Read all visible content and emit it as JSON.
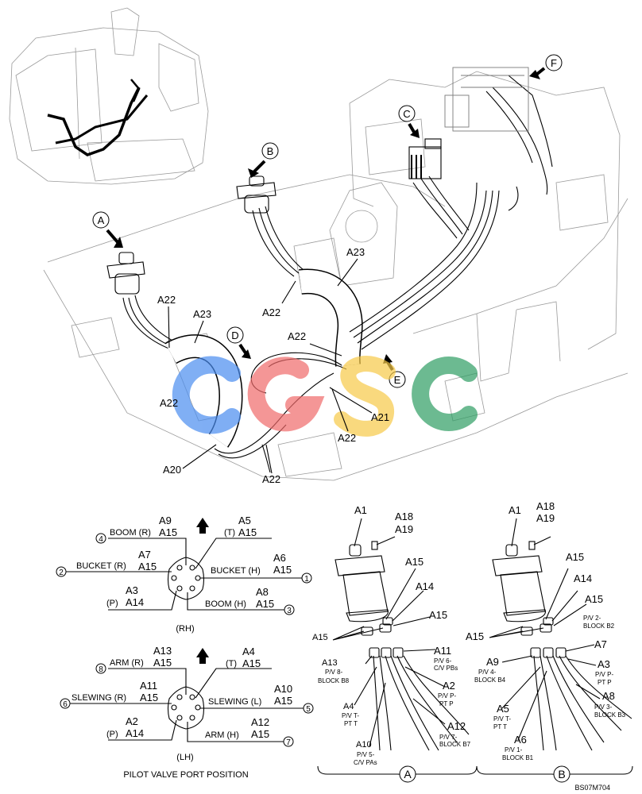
{
  "callouts": {
    "A": "A",
    "B": "B",
    "C": "C",
    "D": "D",
    "E": "E",
    "F": "F"
  },
  "main_labels": {
    "a22_left": "A22",
    "a23_left": "A23",
    "a22_blue": "A22",
    "a20": "A20",
    "a23_mid": "A23",
    "a22_mid": "A22",
    "a22_mid2": "A22",
    "a21": "A21",
    "a22_lower": "A22",
    "a22_bottom": "A22"
  },
  "watermark": {
    "letters": [
      "C",
      "G",
      "S",
      "C"
    ],
    "colors": [
      "#4a8df0",
      "#f06a6a",
      "#f7c948",
      "#2e9e63"
    ]
  },
  "rh": {
    "top": {
      "code": "A9",
      "part": "A15",
      "port": "4",
      "name": "BOOM (R)"
    },
    "upper_right": {
      "code": "A5",
      "part": "A15",
      "name": "(T)"
    },
    "left": {
      "code": "A7",
      "part": "A15",
      "port": "2",
      "name": "BUCKET (R)"
    },
    "right": {
      "code": "A6",
      "part": "A15",
      "port": "1",
      "name": "BUCKET (H)"
    },
    "lower_left": {
      "code": "A3",
      "part": "A14",
      "name": "(P)"
    },
    "lower_right": {
      "code": "A8",
      "part": "A15",
      "port": "3",
      "name": "BOOM (H)"
    },
    "caption": "(RH)"
  },
  "lh": {
    "top": {
      "code": "A13",
      "part": "A15",
      "port": "8",
      "name": "ARM (R)"
    },
    "upper_right": {
      "code": "A4",
      "part": "A15",
      "name": "(T)"
    },
    "left": {
      "code": "A11",
      "part": "A15",
      "port": "6",
      "name": "SLEWING (R)"
    },
    "right": {
      "code": "A10",
      "part": "A15",
      "port": "5",
      "name": "SLEWING (L)"
    },
    "lower_left": {
      "code": "A2",
      "part": "A14",
      "name": "(P)"
    },
    "lower_right": {
      "code": "A12",
      "part": "A15",
      "port": "7",
      "name": "ARM (H)"
    },
    "caption": "(LH)"
  },
  "port_caption": "PILOT VALVE PORT POSITION",
  "detail_a": {
    "a1": "A1",
    "a18": "A18",
    "a19": "A19",
    "a15_top": "A15",
    "a14": "A14",
    "a15_mid": "A15",
    "a15_left": "A15",
    "a11": "A11",
    "a11_desc": [
      "P/V 6-",
      "C/V PBs"
    ],
    "a13": "A13",
    "a13_desc": [
      "P/V 8-",
      "BLOCK B8"
    ],
    "a2": "A2",
    "a2_desc": [
      "P/V P-",
      "PT P"
    ],
    "a4": "A4",
    "a4_desc": [
      "P/V T-",
      "PT T"
    ],
    "a12": "A12",
    "a12_desc": [
      "P/V 7-",
      "BLOCK B7"
    ],
    "a10": "A10",
    "a10_desc": [
      "P/V 5-",
      "C/V PAs"
    ],
    "label": "A"
  },
  "detail_b": {
    "a1": "A1",
    "a18": "A18",
    "a19": "A19",
    "a15_top": "A15",
    "a14": "A14",
    "a15_mid": "A15",
    "a15_left": "A15",
    "block_b2": [
      "P/V 2-",
      "BLOCK B2"
    ],
    "a7": "A7",
    "a9": "A9",
    "a9_desc": [
      "P/V 4-",
      "BLOCK B4"
    ],
    "a3": "A3",
    "a3_desc": [
      "P/V P-",
      "PT P"
    ],
    "a5": "A5",
    "a5_desc": [
      "P/V T-",
      "PT T"
    ],
    "a8": "A8",
    "a8_desc": [
      "P/V 3-",
      "BLOCK B3"
    ],
    "a6": "A6",
    "a6_desc": [
      "P/V 1-",
      "BLOCK B1"
    ],
    "label": "B"
  },
  "drawing_code": "BS07M704"
}
